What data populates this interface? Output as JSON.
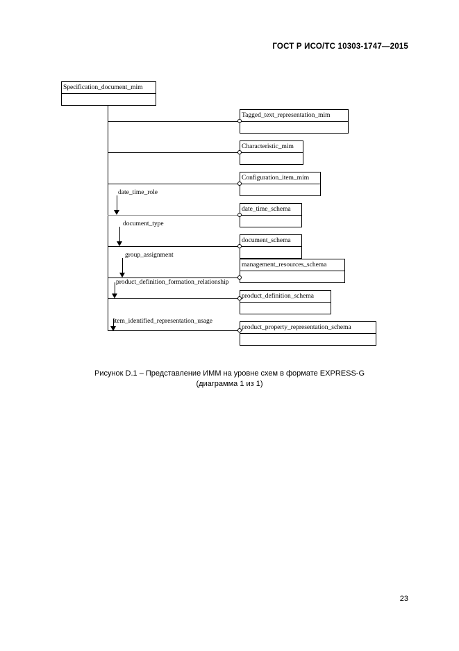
{
  "document": {
    "header": "ГОСТ Р ИСО/ТС 10303-1747—2015",
    "page_number": "23"
  },
  "figure": {
    "caption_line1": "Рисунок  D.1 – Представление ИММ на уровне схем в формате EXPRESS-G",
    "caption_line2": "(диаграмма 1 из 1)",
    "root_node": {
      "label": "Specification_document_mim"
    },
    "nodes": [
      {
        "label": "Tagged_text_representation_mim"
      },
      {
        "label": "Characteristic_mim"
      },
      {
        "label": "Configuration_item_mim"
      },
      {
        "label": "date_time_schema"
      },
      {
        "label": "document_schema"
      },
      {
        "label": "management_resources_schema"
      },
      {
        "label": "product_definition_schema"
      },
      {
        "label": "product_property_representation_schema"
      }
    ],
    "edge_labels": [
      {
        "label": "date_time_role"
      },
      {
        "label": "document_type"
      },
      {
        "label": "group_assignment"
      },
      {
        "label": "product_definition_formation_relationship"
      },
      {
        "label": "item_identified_representation_usage"
      }
    ]
  }
}
